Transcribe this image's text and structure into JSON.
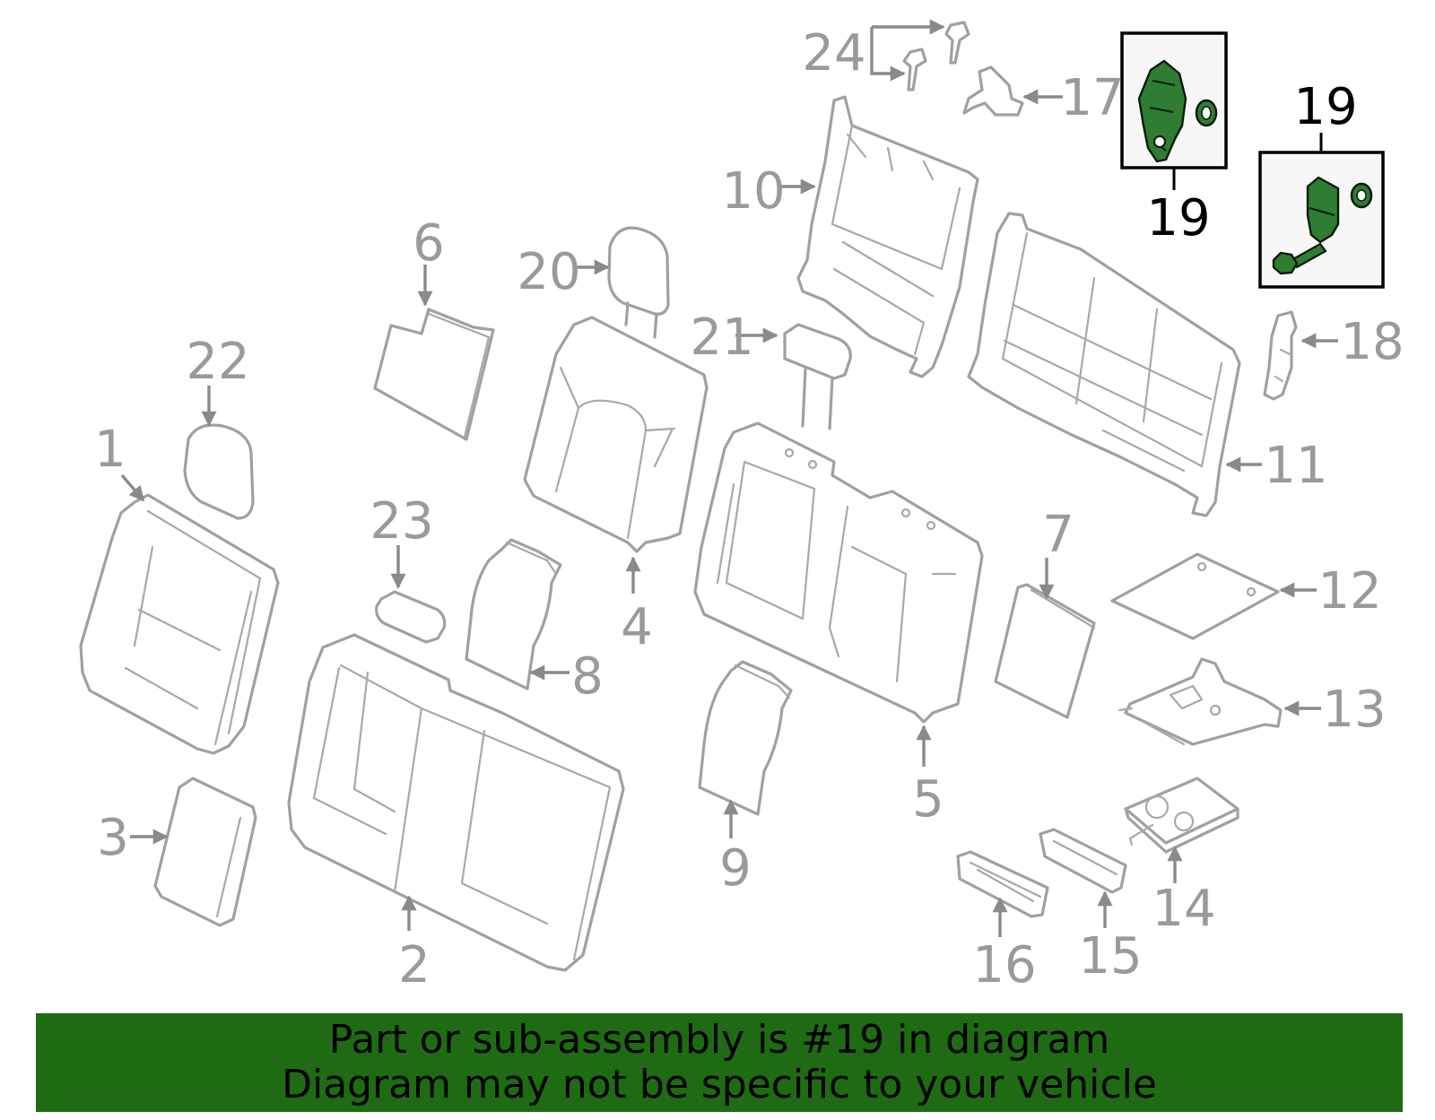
{
  "callouts": {
    "c1": "1",
    "c2": "2",
    "c3": "3",
    "c4": "4",
    "c5": "5",
    "c6": "6",
    "c7": "7",
    "c8": "8",
    "c9": "9",
    "c10": "10",
    "c11": "11",
    "c12": "12",
    "c13": "13",
    "c14": "14",
    "c15": "15",
    "c16": "16",
    "c17": "17",
    "c18": "18",
    "c19a": "19",
    "c19b": "19",
    "c20": "20",
    "c21": "21",
    "c22": "22",
    "c23": "23",
    "c24": "24"
  },
  "highlight": {
    "part_number": "19",
    "fill_color": "#2e7d32",
    "banner_color": "#1f6b13"
  },
  "banner": {
    "line1": "Part or sub-assembly is #19 in diagram",
    "line2": "Diagram may not be specific to your vehicle"
  }
}
